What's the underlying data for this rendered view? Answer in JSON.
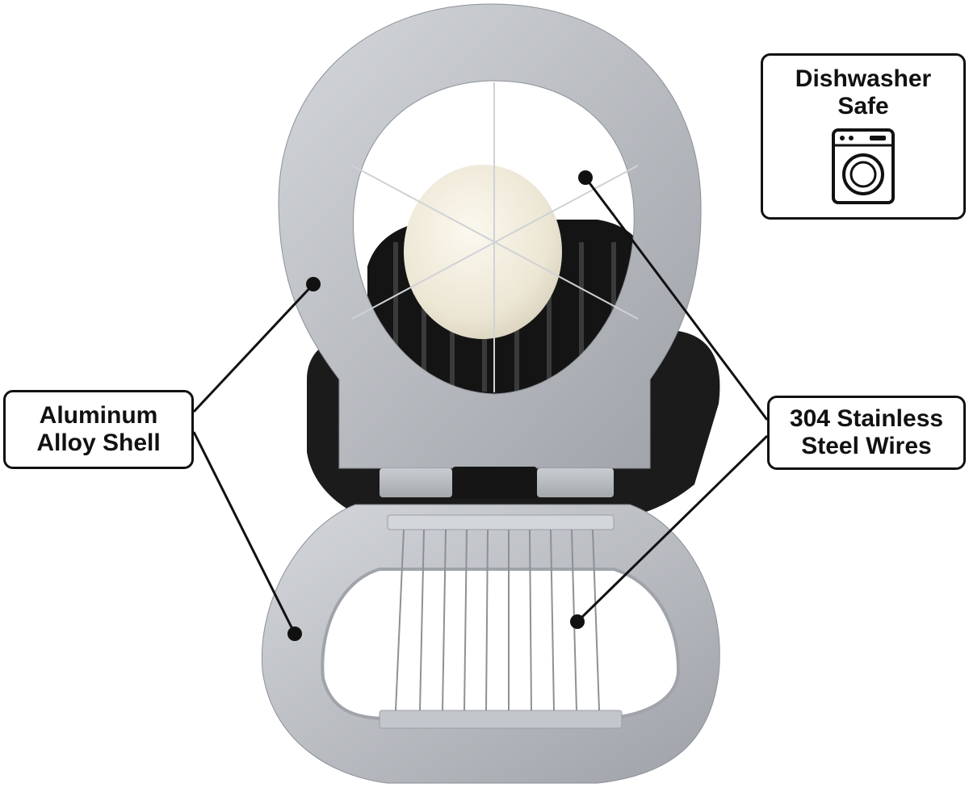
{
  "callouts": {
    "shell": {
      "line1": "Aluminum",
      "line2": "Alloy Shell"
    },
    "wires": {
      "line1": "304 Stainless",
      "line2": "Steel Wires"
    }
  },
  "badge": {
    "line1": "Dishwasher",
    "line2": "Safe",
    "icon": "washing-machine-icon"
  },
  "colors": {
    "aluminum": "#b9bcc1",
    "black_base": "#1a1a1a",
    "egg": "#f3efe2",
    "outline": "#111111"
  }
}
